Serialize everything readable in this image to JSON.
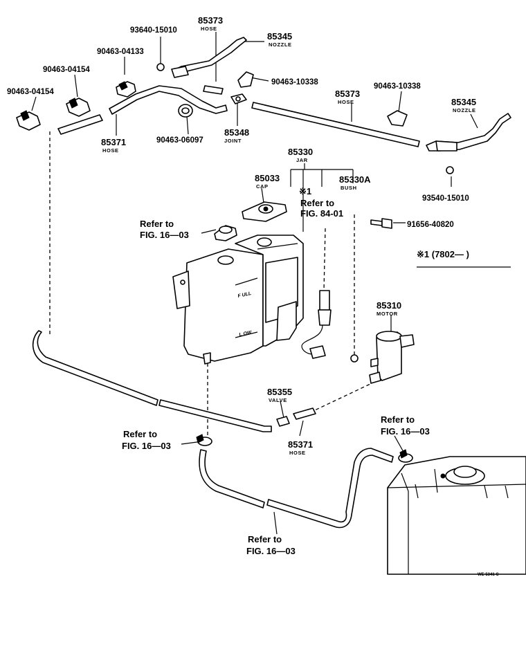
{
  "labels": {
    "l_93640_15010": "93640-15010",
    "l_85373_top": "85373",
    "n_hose_top": "HOSE",
    "l_85345_top": "85345",
    "n_nozzle_top": "NOZZLE",
    "l_90463_04133": "90463-04133",
    "l_90463_04154_a": "90463-04154",
    "l_90463_04154_b": "90463-04154",
    "l_90463_10338_a": "90463-10338",
    "l_85373_mid": "85373",
    "n_hose_mid": "HOSE",
    "l_90463_10338_b": "90463-10338",
    "l_85345_right": "85345",
    "n_nozzle_right": "NOZZLE",
    "l_85371_left": "85371",
    "n_hose_left": "HOSE",
    "l_90463_06097": "90463-06097",
    "l_85348": "85348",
    "n_joint": "JOINT",
    "l_85330": "85330",
    "n_jar": "JAR",
    "l_85033": "85033",
    "n_cap": "CAP",
    "l_note1": "※1",
    "l_refer_8401_a": "Refer to",
    "l_refer_8401_b": "FIG. 84-01",
    "l_85330a": "85330A",
    "n_bush": "BUSH",
    "l_93540_15010": "93540-15010",
    "l_91656_40820": "91656-40820",
    "l_refer_1603_cap_a": "Refer to",
    "l_refer_1603_cap_b": "FIG. 16—03",
    "l_note_date": "※1 (7802—      )",
    "l_85310": "85310",
    "n_motor": "MOTOR",
    "l_85355": "85355",
    "n_valve": "VALVE",
    "l_85371_low": "85371",
    "n_hose_low": "HOSE",
    "l_refer_1603_left_a": "Refer to",
    "l_refer_1603_left_b": "FIG. 16—03",
    "l_refer_1603_right_a": "Refer to",
    "l_refer_1603_right_b": "FIG. 16—03",
    "l_refer_1603_bottom_a": "Refer to",
    "l_refer_1603_bottom_b": "FIG. 16—03",
    "l_code": "WE 5341 C",
    "emb_full": "F ULL",
    "emb_low": "L OW"
  }
}
